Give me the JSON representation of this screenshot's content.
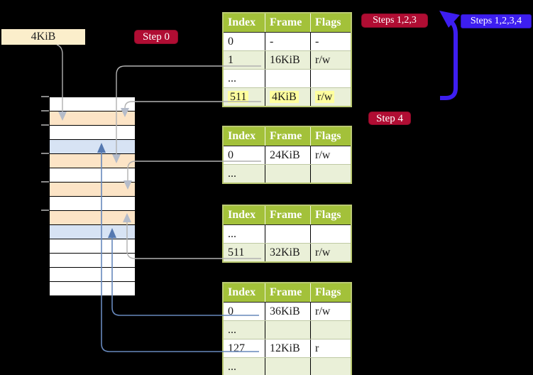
{
  "labels": {
    "page_size": "4KiB",
    "step0": "Step 0",
    "steps123": "Steps 1,2,3",
    "steps1234": "Steps 1,2,3,4",
    "step4": "Step 4"
  },
  "tables": [
    {
      "headers": [
        "Index",
        "Frame",
        "Flags"
      ],
      "rows": [
        {
          "cells": [
            "0",
            "-",
            "-"
          ],
          "highlight": false
        },
        {
          "cells": [
            "1",
            "16KiB",
            "r/w"
          ],
          "highlight": false
        },
        {
          "cells": [
            "...",
            "",
            ""
          ],
          "highlight": false
        },
        {
          "cells": [
            "511",
            "4KiB",
            "r/w"
          ],
          "highlight": true
        }
      ]
    },
    {
      "headers": [
        "Index",
        "Frame",
        "Flags"
      ],
      "rows": [
        {
          "cells": [
            "0",
            "24KiB",
            "r/w"
          ],
          "highlight": false
        },
        {
          "cells": [
            "...",
            "",
            ""
          ],
          "highlight": false
        }
      ]
    },
    {
      "headers": [
        "Index",
        "Frame",
        "Flags"
      ],
      "rows": [
        {
          "cells": [
            "...",
            "",
            ""
          ],
          "highlight": false
        },
        {
          "cells": [
            "511",
            "32KiB",
            "r/w"
          ],
          "highlight": false
        }
      ]
    },
    {
      "headers": [
        "Index",
        "Frame",
        "Flags"
      ],
      "rows": [
        {
          "cells": [
            "0",
            "36KiB",
            "r/w"
          ],
          "highlight": false
        },
        {
          "cells": [
            "...",
            "",
            ""
          ],
          "highlight": false
        },
        {
          "cells": [
            "127",
            "12KiB",
            "r"
          ],
          "highlight": false
        },
        {
          "cells": [
            "...",
            "",
            ""
          ],
          "highlight": false
        }
      ]
    }
  ],
  "memory": {
    "rows": [
      "white",
      "peach",
      "white",
      "blue",
      "peach",
      "white",
      "peach",
      "white",
      "peach",
      "blue",
      "white",
      "white",
      "white",
      "white"
    ]
  },
  "colors": {
    "background": "#000000",
    "badge_red": "#b00d33",
    "badge_blue": "#3d1ef0",
    "header_green": "#a3c13a",
    "table_border_green": "#bac972",
    "row_alt_green": "#eaf0d8",
    "highlight_yellow": "#ffff9e",
    "cell_peach": "#fce4c6",
    "cell_blue": "#d7e3f4",
    "label_cream": "#fbeecb",
    "line_gray": "#b1b1b1",
    "arrow_gray_fill": "#b5bcca",
    "line_steel": "#6788bc",
    "arrow_steel_fill": "#5578b0",
    "arrow_blue": "#3d1ef0",
    "tick_gray": "#8a8a8a"
  }
}
